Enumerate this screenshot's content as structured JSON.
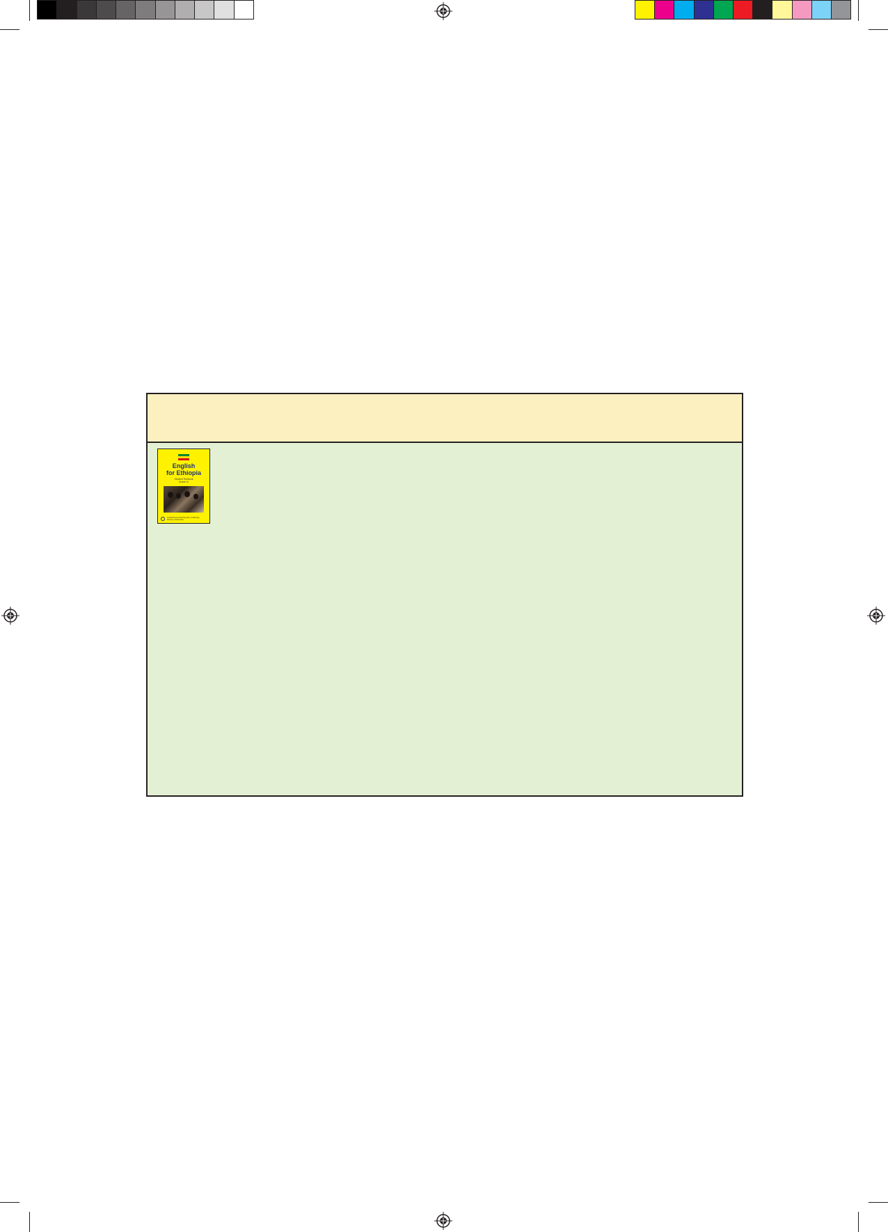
{
  "print_marks": {
    "grayscale_swatches": [
      "#000000",
      "#231f20",
      "#3a3839",
      "#4d4b4c",
      "#666465",
      "#7e7c7d",
      "#979596",
      "#b0aeaf",
      "#c8c7c7",
      "#e1e0e0",
      "#ffffff"
    ],
    "color_swatches": [
      "#fff200",
      "#ec008c",
      "#00aeef",
      "#2e3192",
      "#00a651",
      "#ed1c24",
      "#231f20",
      "#fff799",
      "#f49ac1",
      "#7dd3f7",
      "#939598"
    ]
  },
  "panel": {
    "header_color": "#fdf0c0",
    "body_color": "#e4f0d4",
    "border_color": "#231f20"
  },
  "book_cover": {
    "background": "#fff200",
    "flag_colors": [
      "#078930",
      "#fcdd09",
      "#da121a"
    ],
    "title_line_1": "English",
    "title_line_2": "for Ethiopia",
    "subtitle_line_1": "Student Textbook",
    "subtitle_line_2": "Grade 11",
    "publisher_line_1": "Federal Democratic Republic of Ethiopia",
    "publisher_line_2": "Ministry of Education"
  }
}
